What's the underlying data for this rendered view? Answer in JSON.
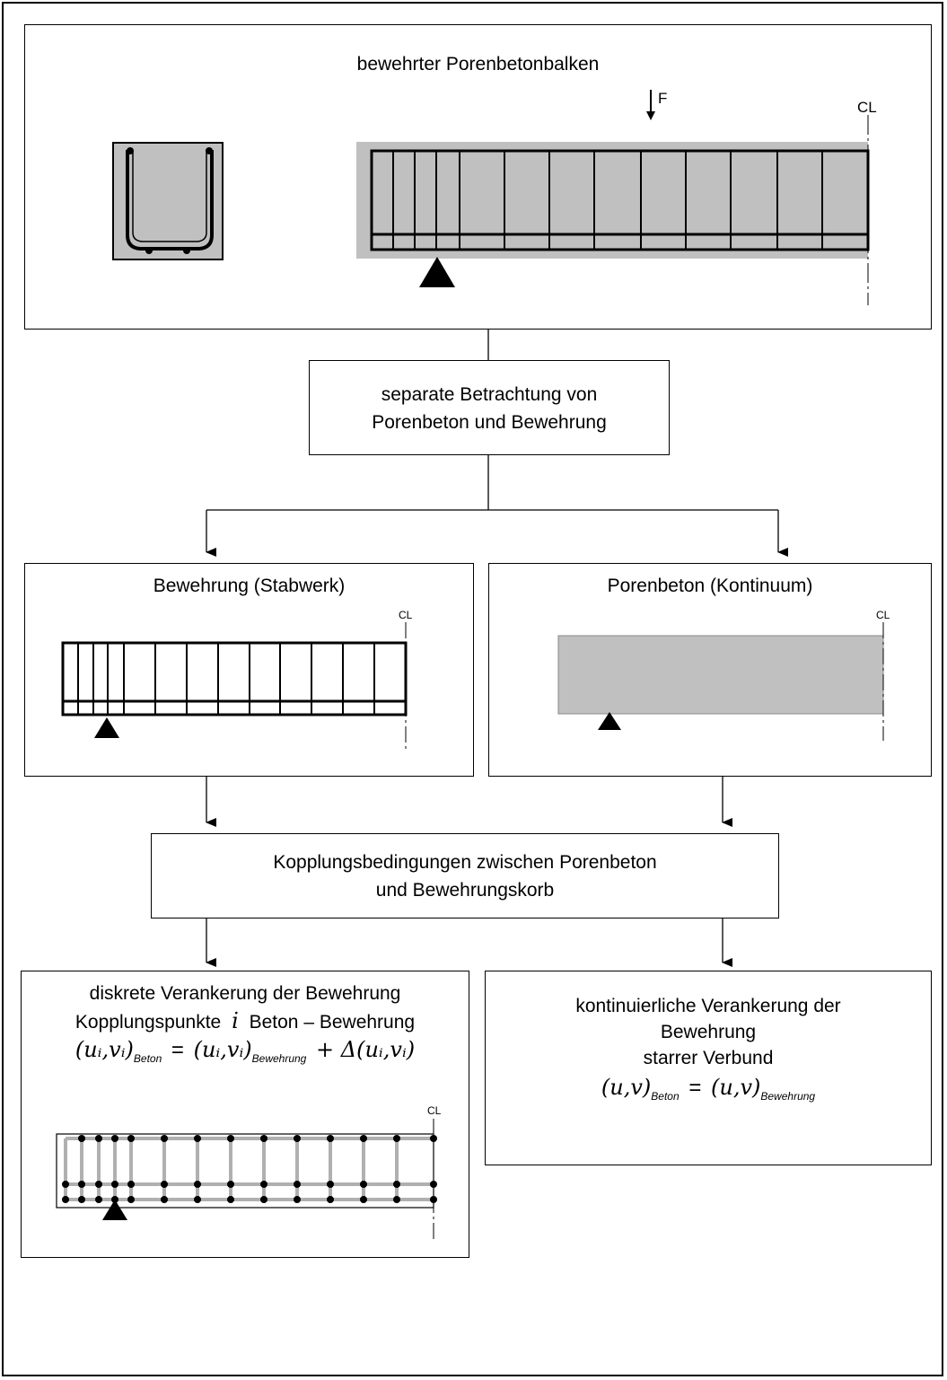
{
  "top_box": {
    "title": "bewehrter Porenbetonbalken",
    "force_label": "F",
    "centerline_label": "CL"
  },
  "separate_box": {
    "line1": "separate Betrachtung von",
    "line2": "Porenbeton und Bewehrung"
  },
  "bewehrung_box": {
    "title": "Bewehrung (Stabwerk)",
    "centerline_label": "CL"
  },
  "porenbeton_box": {
    "title": "Porenbeton (Kontinuum)",
    "centerline_label": "CL"
  },
  "coupling_box": {
    "line1": "Kopplungsbedingungen zwischen Porenbeton",
    "line2": "und Bewehrungskorb"
  },
  "discrete_box": {
    "line1": "diskrete Verankerung der Bewehrung",
    "line2_prefix": "Kopplungspunkte",
    "line2_var": "i",
    "line2_suffix": "Beton – Bewehrung",
    "equation": {
      "lhs": "(uᵢ,vᵢ)",
      "lhs_sub": "Beton",
      "eq": "=",
      "rhs": "(uᵢ,vᵢ)",
      "rhs_sub": "Bewehrung",
      "plus_term": "+ Δ(uᵢ,vᵢ)"
    },
    "centerline_label": "CL"
  },
  "continuous_box": {
    "line1": "kontinuierliche Verankerung der",
    "line2": "Bewehrung",
    "line3": "starrer Verbund",
    "equation": {
      "lhs": "(u,v)",
      "lhs_sub": "Beton",
      "eq": "=",
      "rhs": "(u,v)",
      "rhs_sub": "Bewehrung"
    }
  },
  "colors": {
    "concrete_fill": "#c0c0c0",
    "line": "#000000",
    "light_rebar": "#b0b0b0"
  }
}
